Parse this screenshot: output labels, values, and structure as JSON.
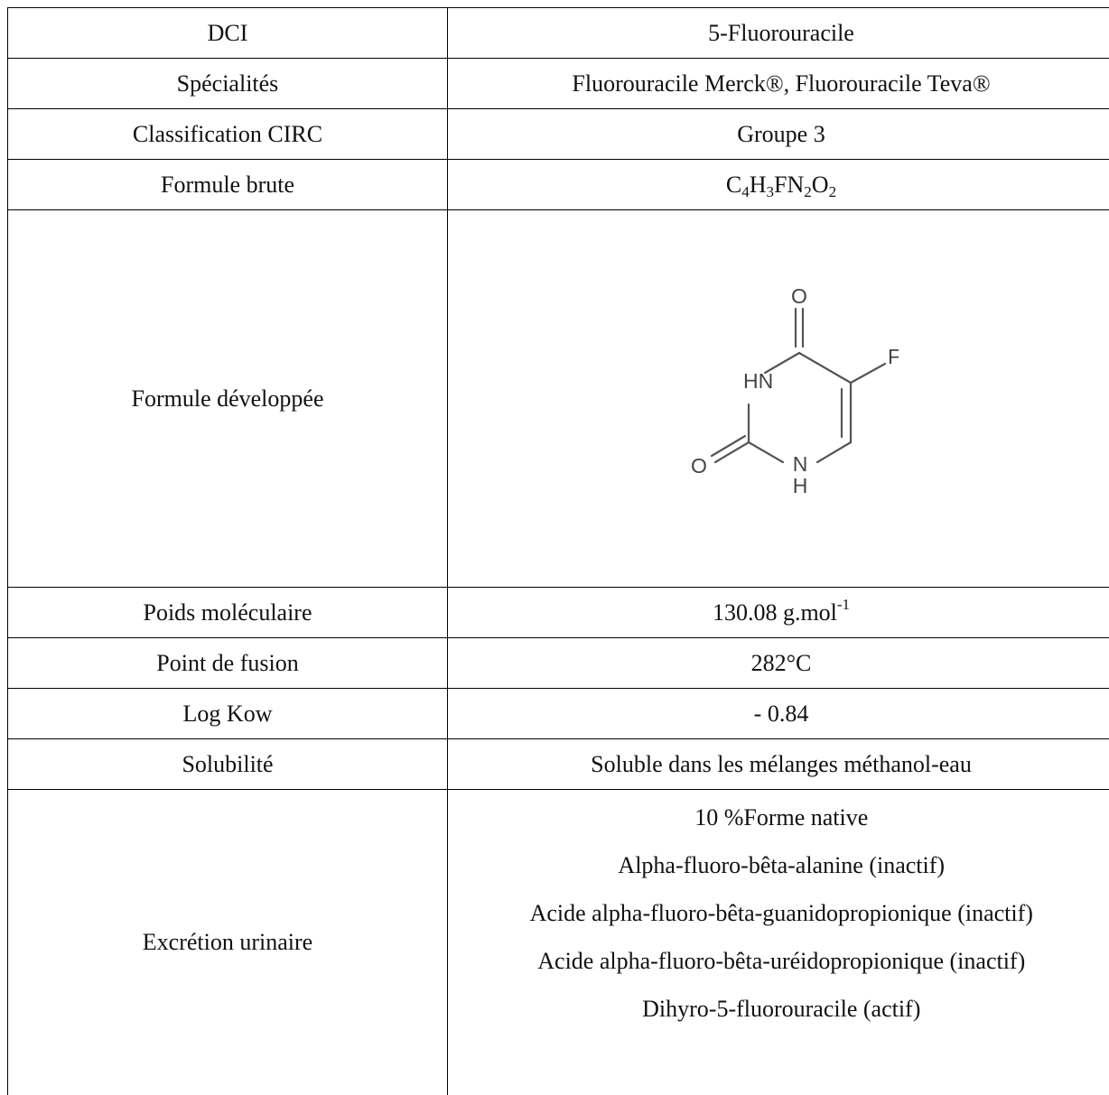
{
  "rows": {
    "dci": {
      "label": "DCI",
      "value": "5-Fluorouracile"
    },
    "specialites": {
      "label": "Spécialités",
      "value": "Fluorouracile Merck®, Fluorouracile Teva®"
    },
    "circ": {
      "label": "Classification CIRC",
      "value": "Groupe 3"
    },
    "formule_brute": {
      "label": "Formule brute",
      "parts": [
        {
          "t": "C"
        },
        {
          "t": "4",
          "sub": true
        },
        {
          "t": "H"
        },
        {
          "t": "3",
          "sub": true
        },
        {
          "t": "FN"
        },
        {
          "t": "2",
          "sub": true
        },
        {
          "t": "O"
        },
        {
          "t": "2",
          "sub": true
        }
      ]
    },
    "formule_developpee": {
      "label": "Formule développée",
      "atoms": {
        "o_top": "O",
        "f": "F",
        "hn": "HN",
        "o_left": "O",
        "n": "N",
        "h": "H"
      }
    },
    "poids": {
      "label": "Poids moléculaire",
      "value": "130.08 g.mol",
      "sup": "-1"
    },
    "fusion": {
      "label": "Point de fusion",
      "value": "282°C"
    },
    "logkow": {
      "label": "Log Kow",
      "value": "- 0.84"
    },
    "solubilite": {
      "label": "Solubilité",
      "value": "Soluble dans les mélanges méthanol-eau"
    },
    "excretion": {
      "label": "Excrétion urinaire",
      "lines": [
        "10 %Forme native",
        "Alpha-fluoro-bêta-alanine (inactif)",
        "Acide alpha-fluoro-bêta-guanidopropionique (inactif)",
        "Acide alpha-fluoro-bêta-uréidopropionique (inactif)",
        "Dihyro-5-fluorouracile (actif)"
      ]
    }
  }
}
